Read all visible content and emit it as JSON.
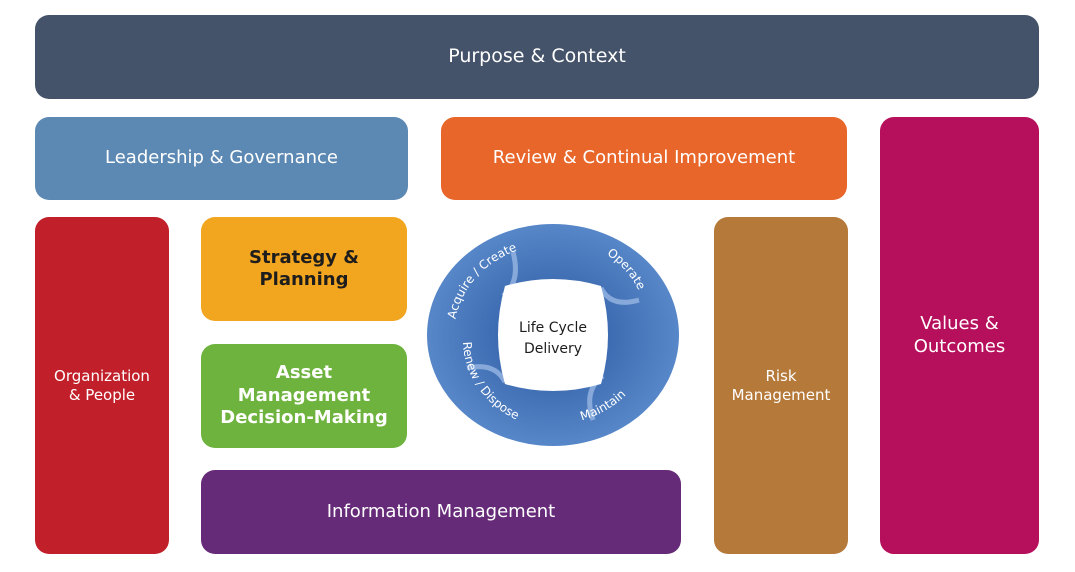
{
  "blocks": {
    "purpose": "Purpose & Context",
    "leadership": "Leadership & Governance",
    "review": "Review & Continual Improvement",
    "values": [
      "Values &",
      "Outcomes"
    ],
    "organization": [
      "Organization",
      "& People"
    ],
    "strategy": [
      "Strategy &",
      "Planning"
    ],
    "decision": [
      "Asset Management",
      "Decision-Making"
    ],
    "information": "Information Management",
    "risk": [
      "Risk",
      "Management"
    ]
  },
  "life_cycle": {
    "center": [
      "Life Cycle",
      "Delivery"
    ],
    "stages": [
      "Acquire / Create",
      "Operate",
      "Maintain",
      "Renew / Dispose"
    ]
  },
  "colors": {
    "purpose": "#45536a",
    "leadership": "#5c89b3",
    "review": "#e8662a",
    "values": "#b60f5c",
    "organization": "#c1202a",
    "strategy": "#f2a51f",
    "decision": "#6fb33f",
    "information": "#662b78",
    "risk": "#b5793a",
    "cycle": "#3f6db0"
  }
}
